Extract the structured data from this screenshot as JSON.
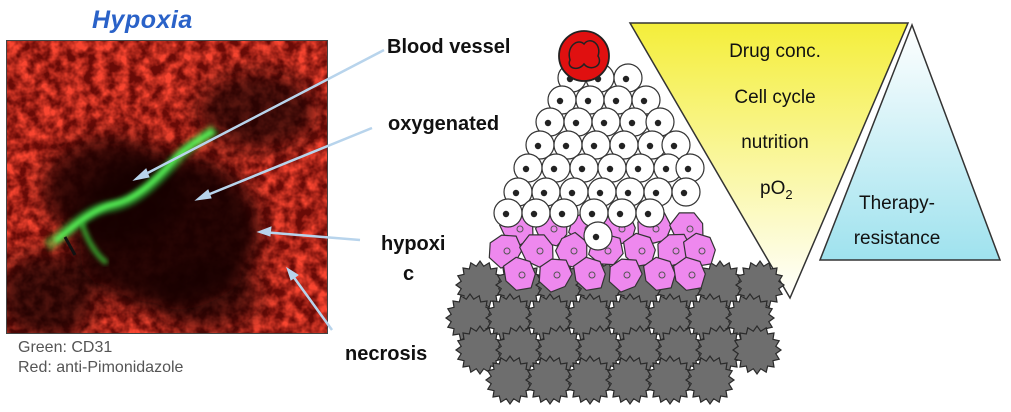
{
  "title": "Hypoxia",
  "legend": {
    "green": "Green: CD31",
    "red": "Red: anti-Pimonidazole"
  },
  "labels": {
    "blood_vessel": "Blood vessel",
    "oxygenated": "oxygenated",
    "hypoxic_line1": "hypoxi",
    "hypoxic_line2": "c",
    "necrosis": "necrosis"
  },
  "gradient_triangle": {
    "drug": "Drug conc.",
    "cell_cycle": "Cell cycle",
    "nutrition": "nutrition",
    "po2_base": "pO",
    "po2_sub": "2"
  },
  "resistance_triangle": {
    "line1": "Therapy-",
    "line2": "resistance"
  },
  "colors": {
    "title": "#2a62c8",
    "vessel": "#e01010",
    "hypoxic_cell": "#ee88ee",
    "necrotic_cell": "#6e6e6e",
    "gradient_top": "#f4ee3a",
    "resistance_base": "#9fe2ee",
    "arrow": "#b8d4ec"
  }
}
